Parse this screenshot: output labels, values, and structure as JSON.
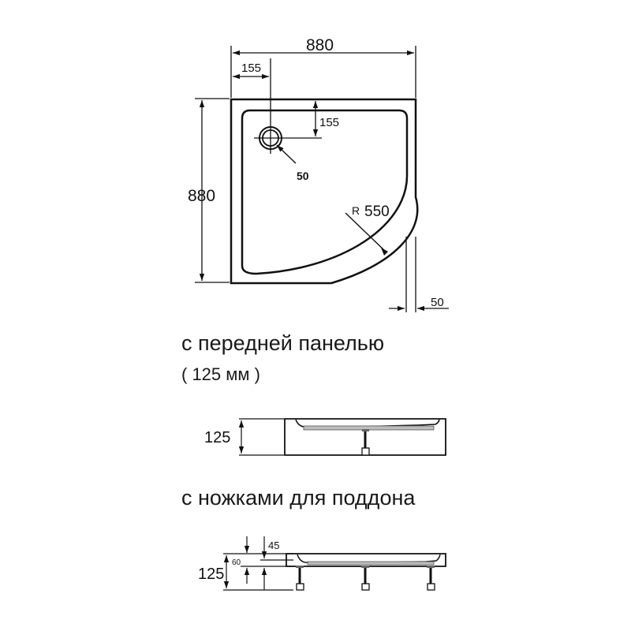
{
  "top_view": {
    "width_label": "880",
    "height_label": "880",
    "drain_offset_x_label": "155",
    "drain_offset_y_label": "155",
    "drain_diameter_label": "50",
    "radius_prefix": "R",
    "radius_label": "550",
    "rim_width_label": "50"
  },
  "section_front_panel": {
    "title": "с передней панелью",
    "subtitle": "( 125 мм )",
    "height_label": "125"
  },
  "section_legs": {
    "title": "с ножками для поддона",
    "total_height_label": "125",
    "tray_height_label": "60",
    "depth_label": "45"
  },
  "colors": {
    "line": "#111111",
    "gray_fill": "#bdbdbd"
  }
}
